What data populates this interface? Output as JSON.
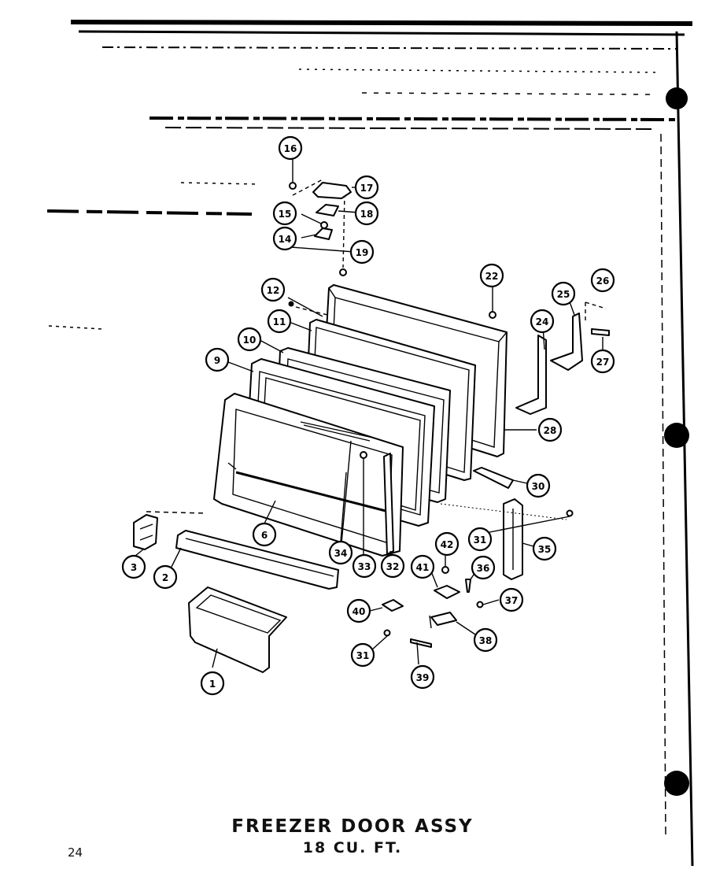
{
  "title": "FREEZER DOOR ASSY",
  "subtitle": "18 CU. FT.",
  "page_number": "24",
  "callouts": [
    {
      "id": "c16",
      "label": "16"
    },
    {
      "id": "c17",
      "label": "17"
    },
    {
      "id": "c18a",
      "label": "18"
    },
    {
      "id": "c15",
      "label": "15"
    },
    {
      "id": "c14",
      "label": "14"
    },
    {
      "id": "c19",
      "label": "19"
    },
    {
      "id": "c12",
      "label": "12"
    },
    {
      "id": "c11",
      "label": "11"
    },
    {
      "id": "c10",
      "label": "10"
    },
    {
      "id": "c9",
      "label": "9"
    },
    {
      "id": "c22",
      "label": "22"
    },
    {
      "id": "c24",
      "label": "24"
    },
    {
      "id": "c25",
      "label": "25"
    },
    {
      "id": "c26",
      "label": "26"
    },
    {
      "id": "c27",
      "label": "27"
    },
    {
      "id": "c28",
      "label": "28"
    },
    {
      "id": "c30",
      "label": "30"
    },
    {
      "id": "c31a",
      "label": "31"
    },
    {
      "id": "c35",
      "label": "35"
    },
    {
      "id": "c42",
      "label": "42"
    },
    {
      "id": "c41",
      "label": "41"
    },
    {
      "id": "c36",
      "label": "36"
    },
    {
      "id": "c37",
      "label": "37"
    },
    {
      "id": "c40",
      "label": "40"
    },
    {
      "id": "c38",
      "label": "38"
    },
    {
      "id": "c31b",
      "label": "31"
    },
    {
      "id": "c39",
      "label": "39"
    },
    {
      "id": "c6",
      "label": "6"
    },
    {
      "id": "c34",
      "label": "34"
    },
    {
      "id": "c33",
      "label": "33"
    },
    {
      "id": "c32",
      "label": "32"
    },
    {
      "id": "c3",
      "label": "3"
    },
    {
      "id": "c2",
      "label": "2"
    },
    {
      "id": "c1",
      "label": "1"
    }
  ]
}
